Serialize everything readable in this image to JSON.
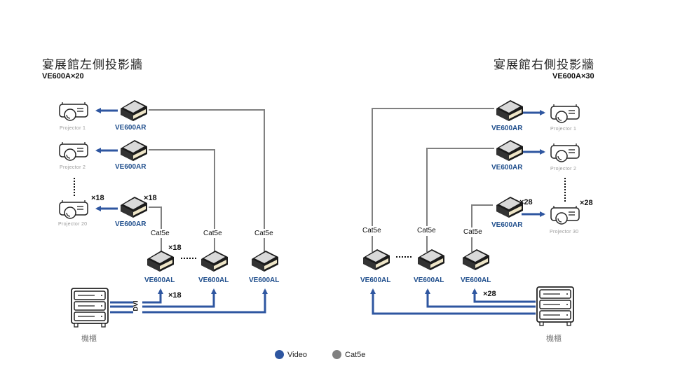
{
  "colors": {
    "video": "#2e56a0",
    "cat5e": "#808080",
    "device_label": "#1f4e8c"
  },
  "left": {
    "title": "宴展館左側投影牆",
    "subtitle": "VE600A×20",
    "projectors": [
      "Projector 1",
      "Projector 2",
      "Projector 20"
    ],
    "receivers": [
      "VE600AR",
      "VE600AR",
      "VE600AR"
    ],
    "transmitters": [
      "VE600AL",
      "VE600AL",
      "VE600AL"
    ],
    "cable_labels": [
      "Cat5e",
      "Cat5e",
      "Cat5e"
    ],
    "multipliers": {
      "projector": "×18",
      "receiver": "×18",
      "transmitter": "×18",
      "video": "×18"
    },
    "dvi_label": "DVI",
    "rack_label": "機櫃"
  },
  "right": {
    "title": "宴展館右側投影牆",
    "subtitle": "VE600A×30",
    "projectors": [
      "Projector 1",
      "Projector 2",
      "Projector 30"
    ],
    "receivers": [
      "VE600AR",
      "VE600AR",
      "VE600AR"
    ],
    "transmitters": [
      "VE600AL",
      "VE600AL",
      "VE600AL"
    ],
    "cable_labels": [
      "Cat5e",
      "Cat5e",
      "Cat5e"
    ],
    "multipliers": {
      "receiver": "×28",
      "projector": "×28",
      "video": "×28"
    },
    "rack_label": "機櫃"
  },
  "legend": [
    {
      "label": "Video",
      "color": "#2e56a0"
    },
    {
      "label": "Cat5e",
      "color": "#808080"
    }
  ]
}
